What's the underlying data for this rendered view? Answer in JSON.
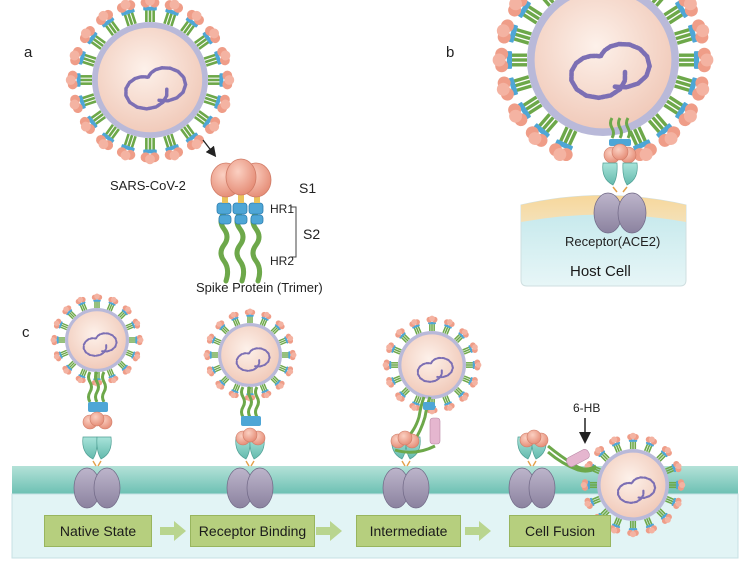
{
  "panels": {
    "a": "a",
    "b": "b",
    "c": "c"
  },
  "panel_a": {
    "virus_label": "SARS-CoV-2",
    "s1_label": "S1",
    "s2_label": "S2",
    "hr1_label": "HR1",
    "hr2_label": "HR2",
    "spike_caption": "Spike Protein (Trimer)"
  },
  "panel_b": {
    "receptor_label": "Receptor(ACE2)",
    "cell_label": "Host Cell"
  },
  "panel_c": {
    "six_hb_label": "6-HB",
    "steps": [
      "Native State",
      "Receptor Binding",
      "Intermediate",
      "Cell Fusion"
    ]
  },
  "colors": {
    "virus_fill": "#f7d9cc",
    "virus_ring": "#b9b9d9",
    "rna": "#7c6fb4",
    "s1_head": "#f2a995",
    "hr_blue": "#4ea6d6",
    "s2_green": "#6da84a",
    "ace2_teal": "#8fd4c9",
    "ace2_lilac": "#a49bb6",
    "membrane": "#8fd1c6",
    "cytoplasm": "#dff2f4",
    "step_box": "#b6cf7e",
    "arrow": "#b9d58f"
  }
}
